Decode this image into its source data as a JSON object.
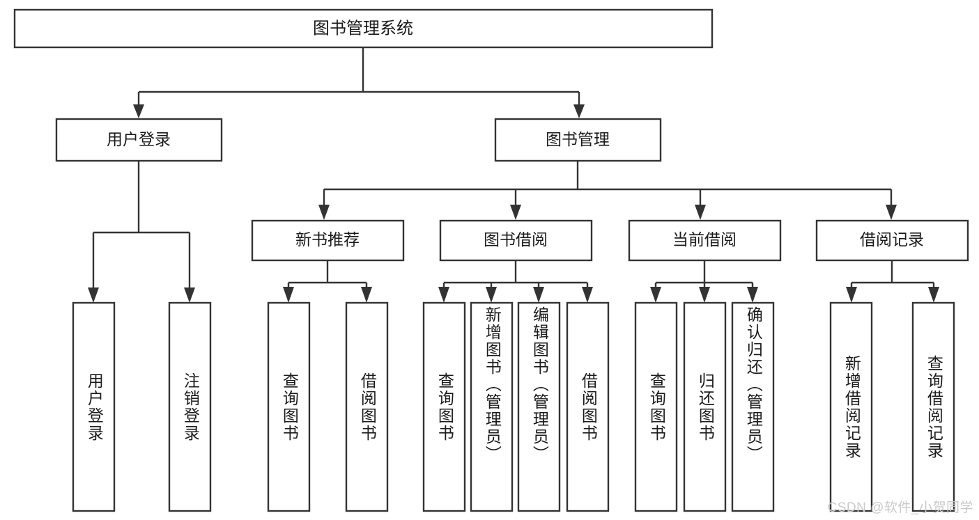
{
  "diagram": {
    "title": "图书管理系统",
    "watermark": "CSDN @软件_小贺同学",
    "colors": {
      "stroke": "#333333",
      "fill": "#ffffff",
      "text": "#1b1b1b",
      "watermark": "#c9c9c9"
    },
    "levels": {
      "root": {
        "label": "图书管理系统"
      },
      "level2": [
        {
          "label": "用户登录"
        },
        {
          "label": "图书管理"
        }
      ],
      "level3": [
        {
          "label": "新书推荐"
        },
        {
          "label": "图书借阅"
        },
        {
          "label": "当前借阅"
        },
        {
          "label": "借阅记录"
        }
      ],
      "leaves": {
        "user_login": [
          {
            "label": "用户登录"
          },
          {
            "label": "注销登录"
          }
        ],
        "new_book_recommend": [
          {
            "label": "查询图书"
          },
          {
            "label": "借阅图书"
          }
        ],
        "book_borrow": [
          {
            "label": "查询图书"
          },
          {
            "label": "新增图书（管理员）"
          },
          {
            "label": "编辑图书（管理员）"
          },
          {
            "label": "借阅图书"
          }
        ],
        "current_borrow": [
          {
            "label": "查询图书"
          },
          {
            "label": "归还图书"
          },
          {
            "label": "确认归还（管理员）"
          }
        ],
        "borrow_record": [
          {
            "label": "新增借阅记录"
          },
          {
            "label": "查询借阅记录"
          }
        ]
      }
    }
  }
}
